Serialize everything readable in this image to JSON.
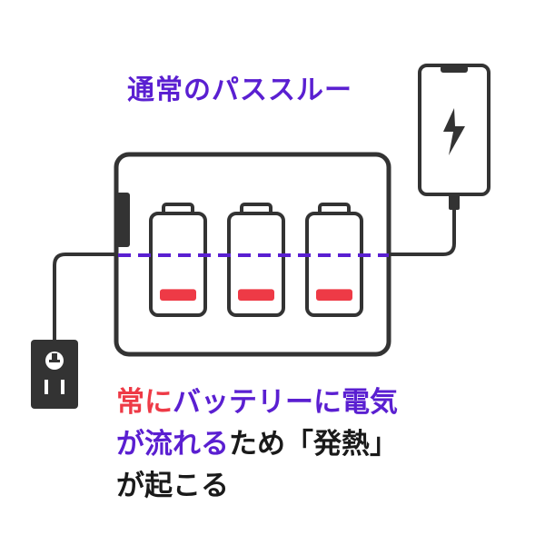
{
  "title": "通常のパススルー",
  "colors": {
    "title": "#5a1fd1",
    "accent_red": "#ee3a46",
    "accent_purple": "#5a1fd1",
    "text": "#1a1a1a",
    "outline": "#333333"
  },
  "icons": {
    "phone": "phone-icon",
    "lightning": "lightning-bolt-icon",
    "outlet": "wall-outlet-icon",
    "battery": "battery-icon"
  },
  "batteries": [
    {
      "charge": 0.15
    },
    {
      "charge": 0.15
    },
    {
      "charge": 0.15
    }
  ],
  "caption": {
    "line1": [
      {
        "text": "常に",
        "color": "#ee3a46"
      },
      {
        "text": "バッテリーに電気",
        "color": "#5a1fd1"
      }
    ],
    "line2": [
      {
        "text": "が流れる",
        "color": "#5a1fd1"
      },
      {
        "text": "ため「発熱」",
        "color": "#1a1a1a"
      }
    ],
    "line3": [
      {
        "text": "が起こる",
        "color": "#1a1a1a"
      }
    ]
  }
}
